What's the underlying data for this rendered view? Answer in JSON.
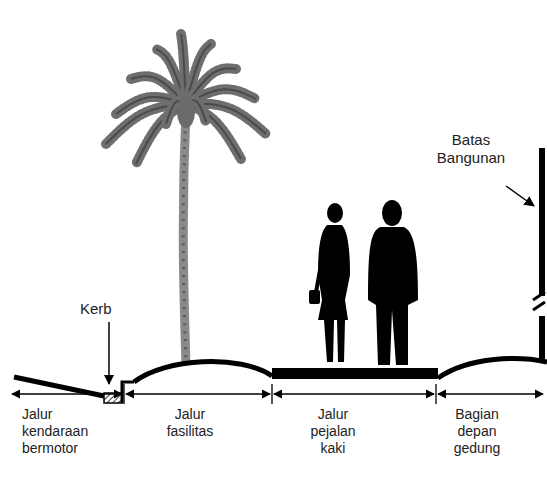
{
  "diagram": {
    "labels": [
      "Batas Bangunan",
      "Kerb",
      "Jalur kendaraan bermotor",
      "Jalur fasilitas",
      "Jalur pejalan kaki",
      "Bagian depan gedung"
    ]
  }
}
